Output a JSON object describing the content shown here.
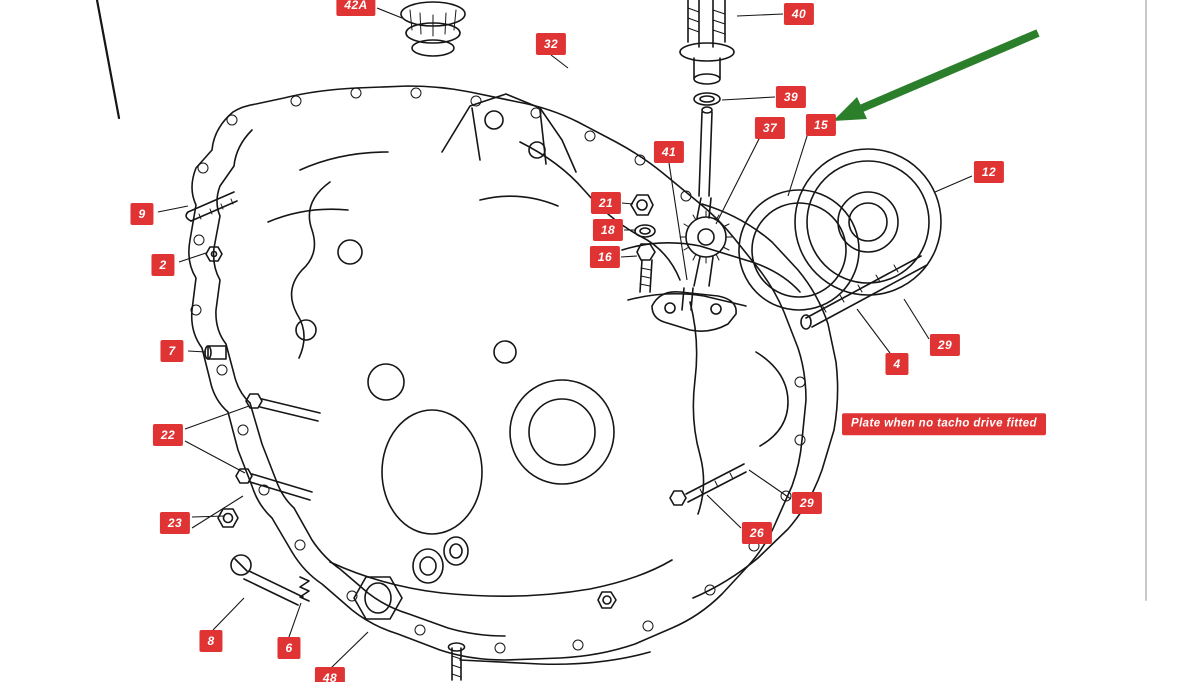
{
  "colors": {
    "label_bg": "#e03434",
    "label_text": "#ffffff",
    "arrow_green": "#2b7f2b",
    "line_ink": "#161616",
    "edge_grey": "#c9c9c9"
  },
  "note": {
    "text": "Plate when no tacho drive fitted"
  },
  "labels": [
    {
      "text": "42A"
    },
    {
      "text": "32"
    },
    {
      "text": "40"
    },
    {
      "text": "39"
    },
    {
      "text": "37"
    },
    {
      "text": "15"
    },
    {
      "text": "41"
    },
    {
      "text": "21"
    },
    {
      "text": "18"
    },
    {
      "text": "16"
    },
    {
      "text": "12"
    },
    {
      "text": "9"
    },
    {
      "text": "2"
    },
    {
      "text": "7"
    },
    {
      "text": "29"
    },
    {
      "text": "4"
    },
    {
      "text": "22"
    },
    {
      "text": "23"
    },
    {
      "text": "29"
    },
    {
      "text": "26"
    },
    {
      "text": "8"
    },
    {
      "text": "6"
    },
    {
      "text": "48"
    }
  ]
}
